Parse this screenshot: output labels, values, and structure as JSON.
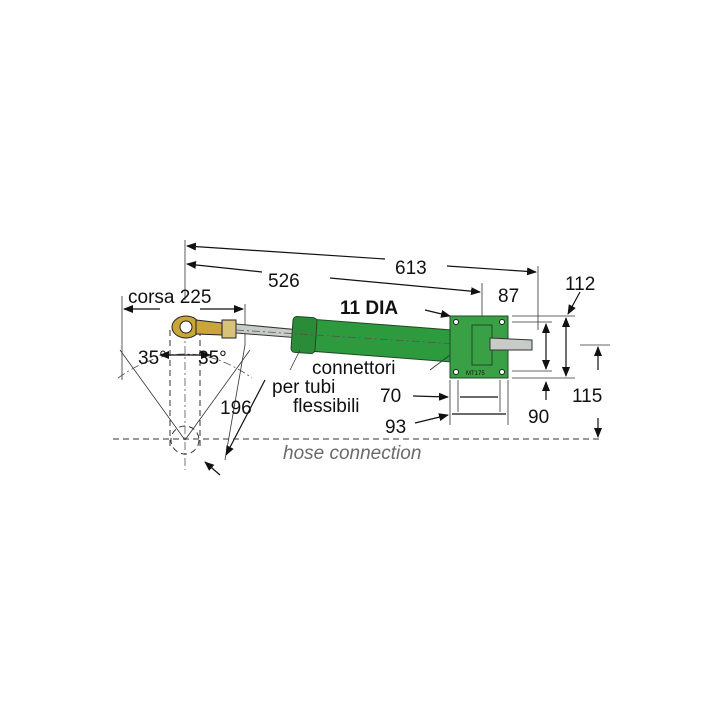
{
  "labels": {
    "overall_length": "613",
    "mount_length": "526",
    "mount_offset": "87",
    "stroke": "corsa 225",
    "angle_left": "35°",
    "angle_right": "35°",
    "radius": "196",
    "port_size": "11 DIA",
    "connectors_line1": "connettori",
    "connectors_line2": "per tubi",
    "connectors_line3": "flessibili",
    "base_inner": "70",
    "base_outer": "93",
    "height_outer": "112",
    "height_inner": "90",
    "height_to_axis": "115",
    "hose_connection": "hose connection",
    "model_plate": "MT175"
  },
  "colors": {
    "cylinder": "#2e9a3e",
    "rod_end": "#c9a53a",
    "hose_text": "#6a6a6a"
  }
}
